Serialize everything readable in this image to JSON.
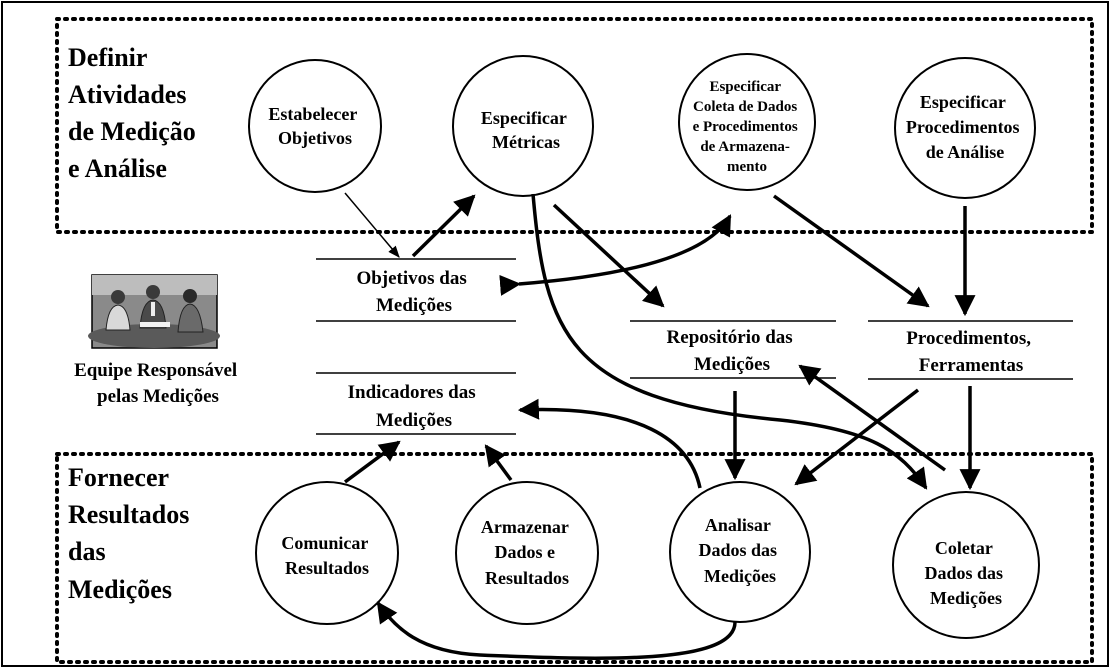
{
  "groups": {
    "top": {
      "lines": [
        "Definir",
        "Atividades",
        "de Medição",
        "e Análise"
      ]
    },
    "bottom": {
      "lines": [
        "Fornecer",
        "Resultados",
        "das",
        "Medições"
      ]
    }
  },
  "processes": {
    "estabelecer": [
      "Estabelecer",
      "Objetivos"
    ],
    "especificar_metricas": [
      "Especificar",
      "Métricas"
    ],
    "especificar_coleta": [
      "Especificar",
      "Coleta de Dados",
      "e Procedimentos",
      "de Armazena-",
      "mento"
    ],
    "especificar_procedimentos": [
      "Especificar",
      "Procedimentos",
      "de Análise"
    ],
    "comunicar": [
      "Comunicar",
      "Resultados"
    ],
    "armazenar": [
      "Armazenar",
      "Dados e",
      "Resultados"
    ],
    "analisar": [
      "Analisar",
      "Dados das",
      "Medições"
    ],
    "coletar": [
      "Coletar",
      "Dados das",
      "Medições"
    ]
  },
  "stores": {
    "objetivos": [
      "Objetivos das",
      "Medições"
    ],
    "indicadores": [
      "Indicadores das",
      "Medições"
    ],
    "repositorio": [
      "Repositório das",
      "Medições"
    ],
    "procedimentos": [
      "Procedimentos,",
      "Ferramentas"
    ]
  },
  "team": {
    "lines": [
      "Equipe Responsável",
      "pelas Medições"
    ]
  }
}
